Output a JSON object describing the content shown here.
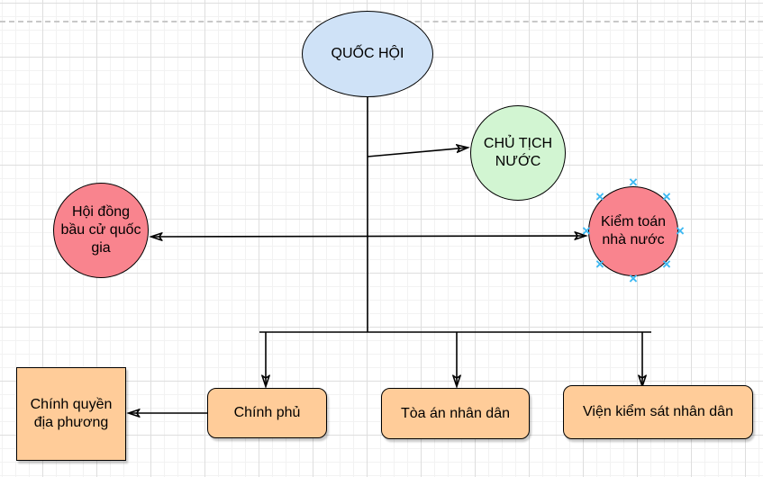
{
  "canvas": {
    "background_color": "#ffffff",
    "grid_minor_color": "#f2f2f2",
    "grid_major_color": "#dedede",
    "page_break_color": "#c8c8c8"
  },
  "diagram": {
    "nodes": {
      "quoc_hoi": {
        "label": "QUỐC HỘI",
        "shape": "ellipse",
        "fill": "#cfe2f7"
      },
      "chu_tich_nuoc": {
        "label": "CHỦ TỊCH NƯỚC",
        "shape": "circle",
        "fill": "#d2f5d2"
      },
      "hoi_dong_bau_cu": {
        "label": "Hội đồng bầu cử quốc gia",
        "shape": "circle",
        "fill": "#f9848e"
      },
      "kiem_toan": {
        "label": "Kiểm toán nhà nước",
        "shape": "circle",
        "fill": "#f9848e",
        "hovered": true
      },
      "chinh_phu": {
        "label": "Chính phủ",
        "shape": "rounded-rect",
        "fill": "#ffcc99"
      },
      "toa_an": {
        "label": "Tòa án nhân dân",
        "shape": "rounded-rect",
        "fill": "#ffcc99"
      },
      "vien_kiem_sat": {
        "label": "Viện kiểm sát nhân dân",
        "shape": "rounded-rect",
        "fill": "#ffcc99"
      },
      "chinh_quyen_dia_phuong": {
        "label": "Chính quyền địa phương",
        "shape": "rect",
        "fill": "#ffcc99"
      }
    },
    "edges": [
      {
        "from": "quoc_hoi",
        "to": "chinh_phu",
        "arrow": "end"
      },
      {
        "from": "quoc_hoi",
        "to": "toa_an",
        "arrow": "end"
      },
      {
        "from": "quoc_hoi",
        "to": "vien_kiem_sat",
        "arrow": "end"
      },
      {
        "from": "quoc_hoi",
        "to": "chu_tich_nuoc",
        "arrow": "end"
      },
      {
        "from": "hoi_dong_bau_cu",
        "to": "kiem_toan",
        "arrow": "both"
      },
      {
        "from": "chinh_phu",
        "to": "chinh_quyen_dia_phuong",
        "arrow": "end"
      }
    ],
    "edge_color": "#000000",
    "selection": {
      "connection_point_color": "#3fb9f2",
      "connection_point_glyph": "×"
    }
  }
}
